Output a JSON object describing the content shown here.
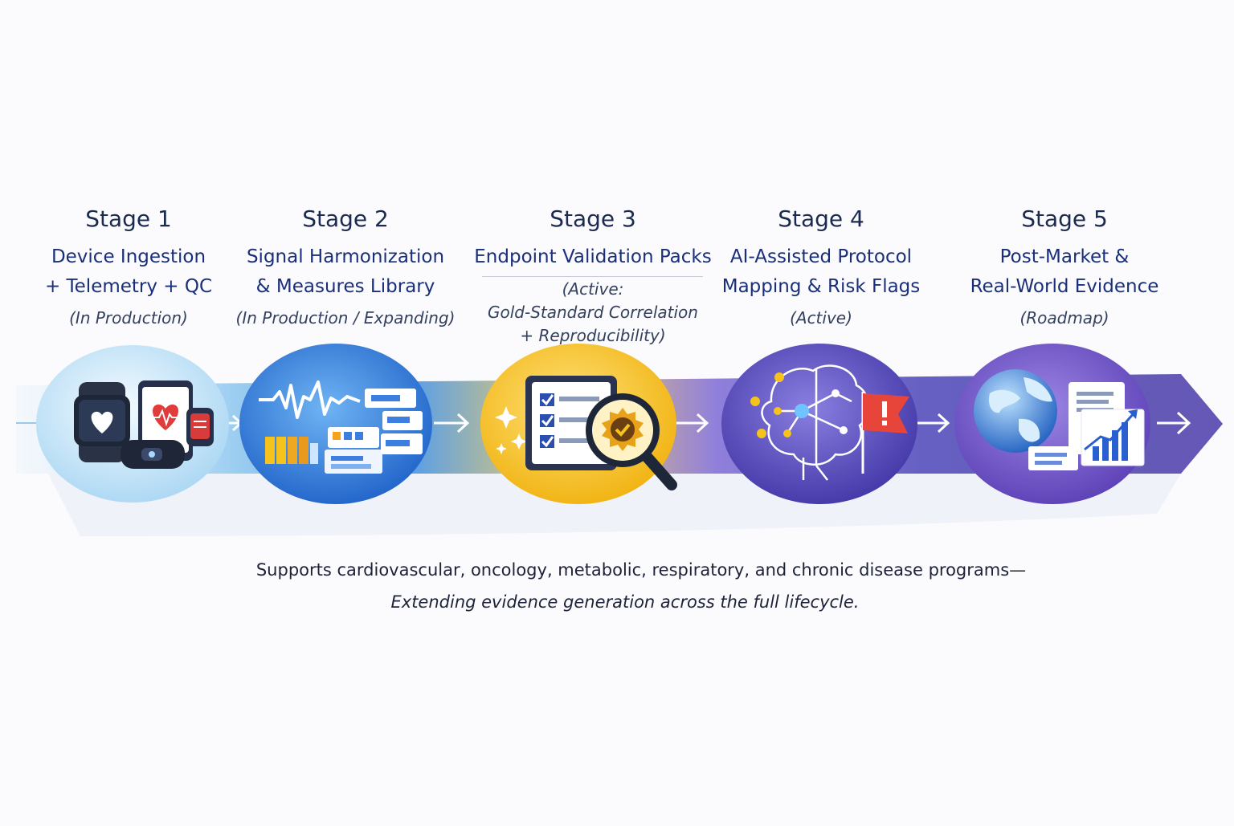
{
  "stages": [
    {
      "number": "Stage 1",
      "title_lines": [
        "Device Ingestion",
        "+ Telemetry + QC"
      ],
      "status_lines": [
        "(In Production)"
      ],
      "color": "#5fb3e8"
    },
    {
      "number": "Stage 2",
      "title_lines": [
        "Signal Harmonization",
        "& Measures Library"
      ],
      "status_lines": [
        "(In Production / Expanding)"
      ],
      "color": "#2f7fe0"
    },
    {
      "number": "Stage 3",
      "title_lines": [
        "Endpoint Validation Packs"
      ],
      "status_lines": [
        "(Active:",
        "Gold-Standard Correlation",
        "+ Reproducibility)"
      ],
      "color": "#f6c21c"
    },
    {
      "number": "Stage 4",
      "title_lines": [
        "AI-Assisted Protocol",
        "Mapping & Risk Flags"
      ],
      "status_lines": [
        "(Active)"
      ],
      "color": "#5b4fc8"
    },
    {
      "number": "Stage 5",
      "title_lines": [
        "Post-Market &",
        "Real-World Evidence"
      ],
      "status_lines": [
        "(Roadmap)"
      ],
      "color": "#6a4fc9"
    }
  ],
  "icons": {
    "stage1": [
      "smartwatch-icon",
      "smartphone-heart-icon",
      "wearable-band-icon",
      "fitness-tracker-icon"
    ],
    "stage2": [
      "waveform-icon",
      "data-blocks-icon",
      "bar-chart-icon"
    ],
    "stage3": [
      "checklist-icon",
      "magnifier-badge-icon",
      "sparkle-icon"
    ],
    "stage4": [
      "brain-network-icon",
      "warning-flag-icon"
    ],
    "stage5": [
      "globe-icon",
      "report-chart-icon"
    ]
  },
  "footer": {
    "line1": "Supports cardiovascular, oncology, metabolic, respiratory, and chronic disease programs—",
    "line2": "Extending evidence generation across the full lifecycle."
  }
}
